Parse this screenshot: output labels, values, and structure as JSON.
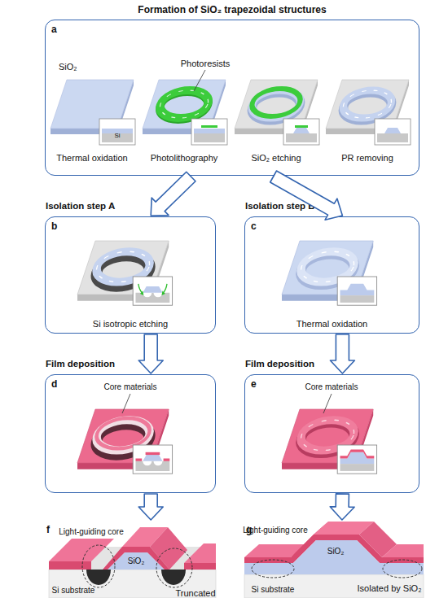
{
  "diagram": {
    "nodes": [
      {
        "text": [
          "Formation of SiO₂ trapezoidal structures",
          "a"
        ]
      },
      {
        "text": [
          "Isolation step A",
          "b",
          "Si isotropic etching"
        ]
      },
      {
        "text": [
          "Isolation step B",
          "c",
          "Thermal oxidation"
        ]
      },
      {
        "text": [
          "Film deposition",
          "d"
        ]
      },
      {
        "text": [
          "Film deposition",
          "e"
        ]
      },
      {
        "text": [
          "f"
        ]
      },
      {
        "text": [
          "g"
        ]
      }
    ],
    "edges": [
      {
        "from": 0,
        "to": 1,
        "arrow": "to"
      },
      {
        "from": 0,
        "to": 2,
        "arrow": "to"
      },
      {
        "from": 1,
        "to": 3,
        "arrow": "to"
      },
      {
        "from": 2,
        "to": 4,
        "arrow": "to"
      },
      {
        "from": 3,
        "to": 5,
        "arrow": "to"
      },
      {
        "from": 4,
        "to": 6,
        "arrow": "to"
      }
    ],
    "labels": [
      "SiO₂",
      "Photoresists",
      "Si",
      "Thermal oxidation",
      "Photolithography",
      "SiO₂ etching",
      "PR removing",
      "Core materials",
      "Core materials",
      "Light-guiding core",
      "SiO₂",
      "Si substrate",
      "Truncated",
      "Light-guiding core",
      "SiO₂",
      "Si substrate",
      "Isolated by SiO₂"
    ]
  }
}
